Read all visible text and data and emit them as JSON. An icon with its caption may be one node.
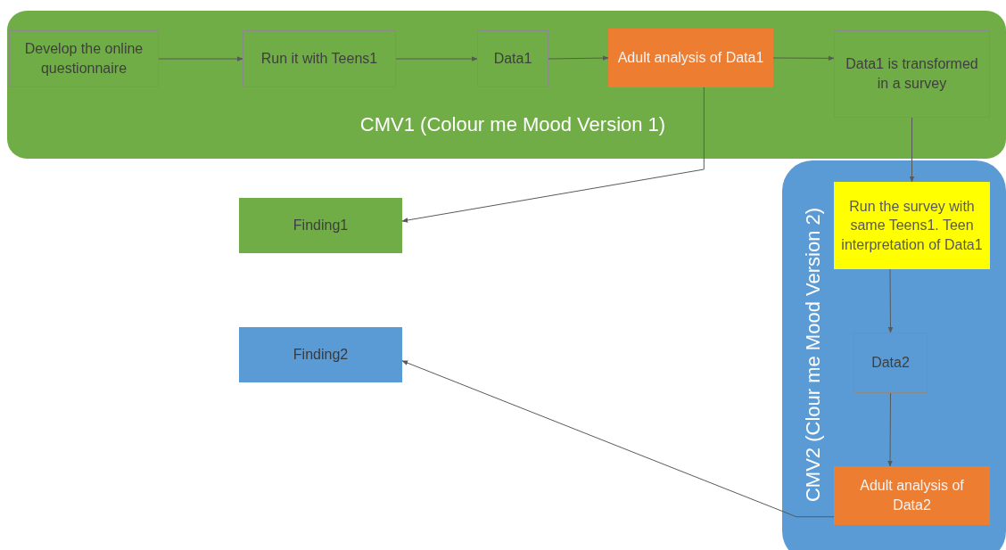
{
  "diagram": {
    "nodes": [
      {
        "text": [
          "CMV1 (Colour me Mood Version 1)"
        ]
      },
      {
        "text": [
          "Develop the online questionnaire"
        ],
        "in": 0
      },
      {
        "text": [
          "Run it with Teens1"
        ],
        "in": 0
      },
      {
        "text": [
          "Data1"
        ],
        "in": 0
      },
      {
        "text": [
          "Adult analysis of Data1"
        ],
        "in": 0
      },
      {
        "text": [
          "Data1 is transformed in a survey"
        ],
        "in": 0
      },
      {
        "text": [
          "Finding1"
        ]
      },
      {
        "text": [
          "CMV2 (Clour me Mood Version 2)"
        ]
      },
      {
        "text": [
          "Run the survey with same Teens1. Teen interpretation of Data1"
        ],
        "in": 7
      },
      {
        "text": [
          "Data2"
        ],
        "in": 7
      },
      {
        "text": [
          "Adult analysis of Data2"
        ],
        "in": 7
      },
      {
        "text": [
          "Finding2"
        ]
      }
    ],
    "edges": [
      {
        "from": 1,
        "to": 2,
        "arrow": "to"
      },
      {
        "from": 2,
        "to": 3,
        "arrow": "to"
      },
      {
        "from": 3,
        "to": 4,
        "arrow": "to"
      },
      {
        "from": 4,
        "to": 5,
        "arrow": "to"
      },
      {
        "from": 4,
        "to": 6,
        "arrow": "to"
      },
      {
        "from": 5,
        "to": 8,
        "arrow": "to"
      },
      {
        "from": 8,
        "to": 9,
        "arrow": "to"
      },
      {
        "from": 9,
        "to": 10,
        "arrow": "to"
      },
      {
        "from": 10,
        "to": 11,
        "arrow": "to"
      }
    ]
  }
}
